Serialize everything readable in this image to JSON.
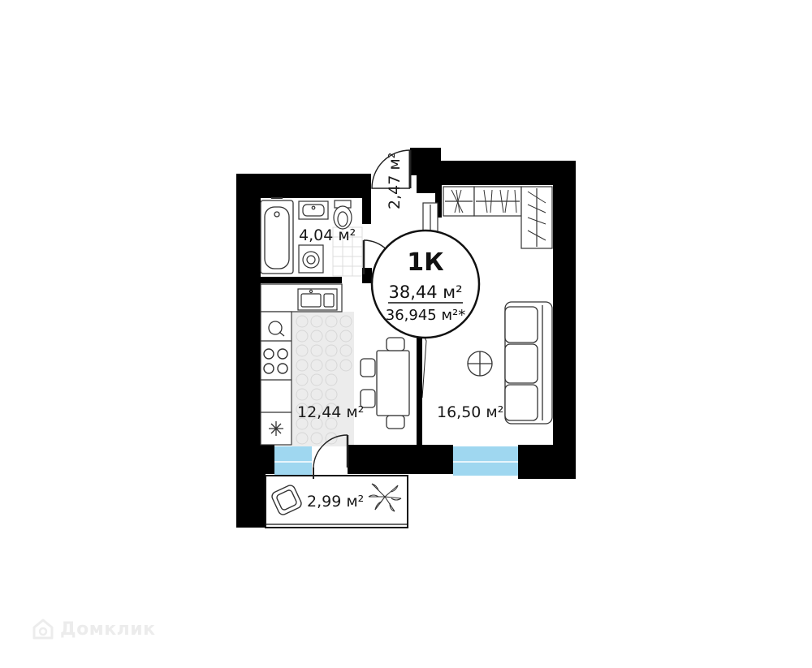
{
  "plan": {
    "apartment_type": "1К",
    "total_area": "38,44 м²",
    "living_area": "36,945 м²*",
    "rooms": {
      "bathroom": "4,04 м²",
      "hall": "2,47 м²",
      "kitchen": "12,44 м²",
      "living_room": "16,50 м²",
      "balcony": "2,99 м²"
    }
  },
  "watermark": {
    "text": "Домклик"
  },
  "colors": {
    "wall": "#000000",
    "window": "#9fd7f0",
    "tile": "#e6e6e6",
    "furniture_stroke": "#444444"
  }
}
